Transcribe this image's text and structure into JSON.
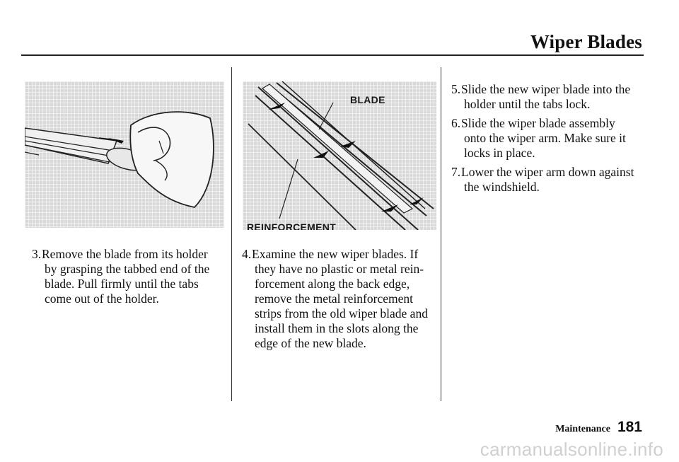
{
  "header": {
    "title": "Wiper Blades"
  },
  "left": {
    "figure": {
      "description_icon": "hand-removing-blade-illustration"
    },
    "step": {
      "number": "3.",
      "lines": [
        "Remove the blade from its holder",
        "by grasping the tabbed end of the",
        "blade. Pull firmly until the tabs",
        "come out of the holder."
      ]
    }
  },
  "middle": {
    "figure": {
      "label_blade": "BLADE",
      "label_reinforcement": "REINFORCEMENT"
    },
    "step": {
      "number": "4.",
      "lines": [
        "Examine the new wiper blades. If",
        "they have no plastic or metal rein-",
        "forcement along the back edge,",
        "remove the metal reinforcement",
        "strips from the old wiper blade and",
        "install them in the slots along the",
        "edge of the new blade."
      ]
    }
  },
  "right": {
    "steps": [
      {
        "number": "5.",
        "lines": [
          "Slide the new wiper blade into the",
          "holder until the tabs lock."
        ]
      },
      {
        "number": "6.",
        "lines": [
          "Slide the wiper blade assembly",
          "onto the wiper arm. Make sure it",
          "locks in place."
        ]
      },
      {
        "number": "7.",
        "lines": [
          "Lower the wiper arm down against",
          "the windshield."
        ]
      }
    ]
  },
  "footer": {
    "section": "Maintenance",
    "page_number": "181"
  },
  "watermark": "carmanualsonline.info"
}
